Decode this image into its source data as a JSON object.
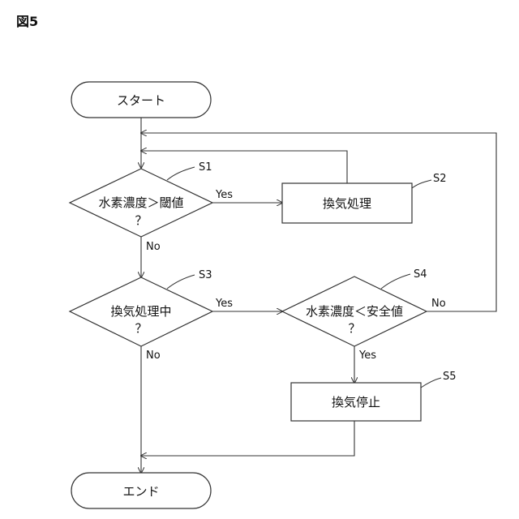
{
  "figure_label": "図5",
  "nodes": {
    "start": {
      "text": "スタート"
    },
    "s1": {
      "step": "S1",
      "line1": "水素濃度＞閾値",
      "line2": "？"
    },
    "s2": {
      "step": "S2",
      "text": "換気処理"
    },
    "s3": {
      "step": "S3",
      "line1": "換気処理中",
      "line2": "？"
    },
    "s4": {
      "step": "S4",
      "line1": "水素濃度＜安全値",
      "line2": "？"
    },
    "s5": {
      "step": "S5",
      "text": "換気停止"
    },
    "end": {
      "text": "エンド"
    }
  },
  "edge_labels": {
    "s1_yes": "Yes",
    "s1_no": "No",
    "s3_yes": "Yes",
    "s3_no": "No",
    "s4_yes": "Yes",
    "s4_no": "No"
  }
}
